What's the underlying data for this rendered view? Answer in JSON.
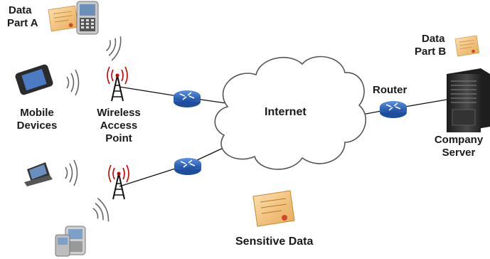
{
  "labels": {
    "data_part_a": [
      "Data",
      "Part A"
    ],
    "data_part_b": [
      "Data",
      "Part B"
    ],
    "mobile_devices": [
      "Mobile",
      "Devices"
    ],
    "wireless_access_point": [
      "Wireless",
      "Access",
      "Point"
    ],
    "internet": "Internet",
    "router": "Router",
    "company_server": [
      "Company",
      "Server"
    ],
    "sensitive_data": "Sensitive Data"
  },
  "colors": {
    "cloud_stroke": "#555555",
    "router_blue": "#2f6fd0",
    "router_dark": "#1d4d9c",
    "certificate": "#f1c27d",
    "certificate_edge": "#c8862d",
    "device_dark": "#2b2b2b",
    "server_dark": "#2d2d2d"
  },
  "icons": [
    "smartphone-icon",
    "pda-icon",
    "netbook-icon",
    "handheld-icon",
    "wireless-tower-icon",
    "router-icon",
    "cloud-icon",
    "server-icon",
    "certificate-icon",
    "wifi-waves-icon"
  ]
}
